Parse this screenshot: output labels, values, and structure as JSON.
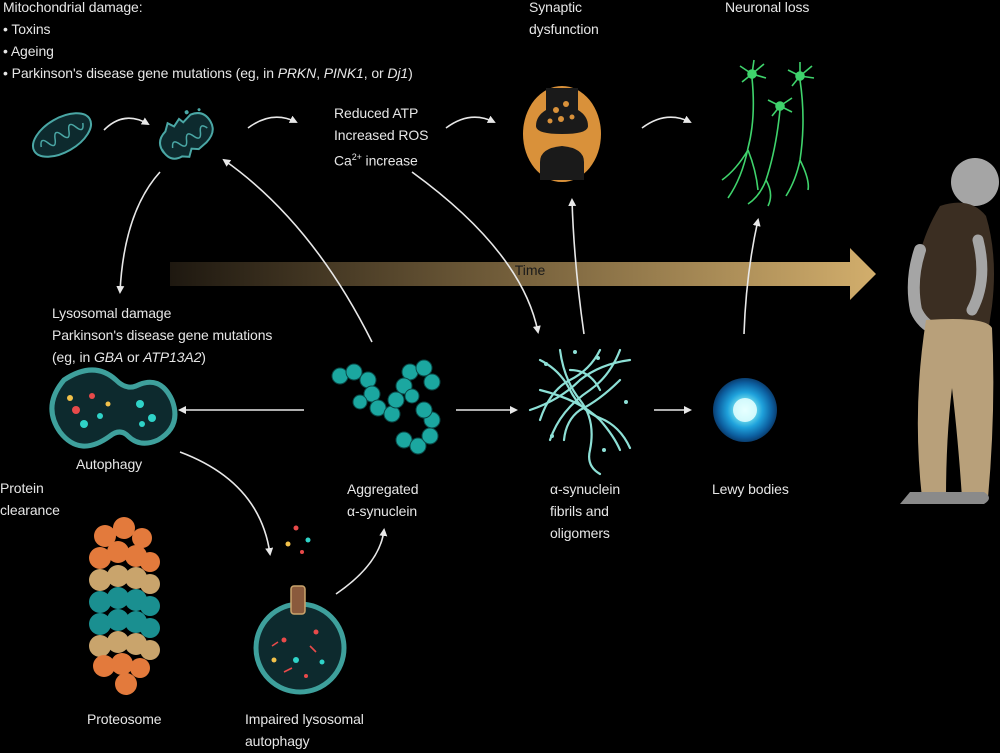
{
  "mitochondrial": {
    "heading": "Mitochondrial damage:",
    "items": [
      "• Toxins",
      "• Ageing"
    ],
    "mutation_prefix": "• Parkinson's disease gene mutations (eg, in ",
    "gene1": "PRKN",
    "sep1": ", ",
    "gene2": "PINK1",
    "sep2": ", or ",
    "gene3": "Dj1",
    "mutation_suffix": ")"
  },
  "stress": {
    "line1": "Reduced ATP",
    "line2": "Increased ROS",
    "line3_prefix": "Ca",
    "line3_sup": "2+",
    "line3_suffix": " increase"
  },
  "synaptic": {
    "line1": "Synaptic",
    "line2": "dysfunction"
  },
  "neuronal": {
    "label": "Neuronal loss"
  },
  "time": {
    "label": "Time"
  },
  "lysosomal": {
    "line1": "Lysosomal damage",
    "line2": "Parkinson's disease gene mutations",
    "line3_prefix": "(eg, in ",
    "gene1": "GBA",
    "mid": " or ",
    "gene2": "ATP13A2",
    "line3_suffix": ")"
  },
  "autophagy": {
    "label": "Autophagy"
  },
  "protein": {
    "line1": "Protein",
    "line2": "clearance"
  },
  "aggregated": {
    "line1": "Aggregated",
    "line2": "α-synuclein"
  },
  "fibrils": {
    "line1": "α-synuclein",
    "line2": "fibrils and",
    "line3": "oligomers"
  },
  "lewy": {
    "label": "Lewy bodies"
  },
  "proteosome": {
    "label": "Proteosome"
  },
  "impaired": {
    "line1": "Impaired lysosomal",
    "line2": "autophagy"
  },
  "colors": {
    "background": "#000000",
    "teal": "#4aa7a5",
    "teal_light": "#6fd0c8",
    "orange": "#e37a3c",
    "tan": "#c9a46c",
    "synapse_orange": "#d9913a",
    "neuron_green": "#3fd36c",
    "lewy_blue": "#2fa0e0"
  }
}
